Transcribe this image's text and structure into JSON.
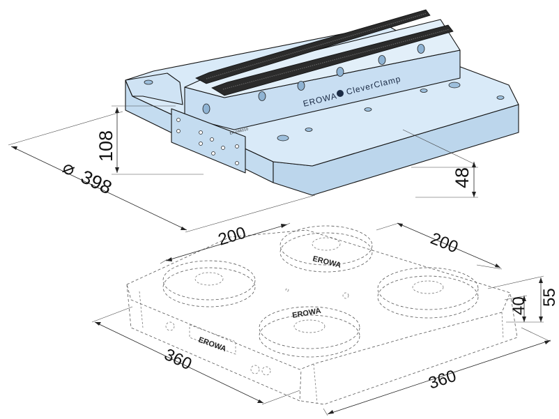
{
  "drawing": {
    "clamp": {
      "brand": "EROWA",
      "product": "CleverClamp",
      "serial_label": "ER-098010",
      "colors": {
        "fill": "#cfe3f4",
        "top": "#d9eaf8",
        "shadow": "#aac7e0",
        "jaws": "#2b2b2b"
      }
    },
    "chuck_plate": {
      "brand": "EROWA",
      "chuck_text": "EROWA"
    },
    "dimensions": {
      "clamp_diameter": "398",
      "diameter_symbol": "⌀",
      "clamp_height": "108",
      "clamp_base_height": "48",
      "pitch_a": "200",
      "pitch_b": "200",
      "plate_height_total": "55",
      "plate_height_base": "40",
      "plate_length_a": "360",
      "plate_length_b": "360"
    }
  }
}
